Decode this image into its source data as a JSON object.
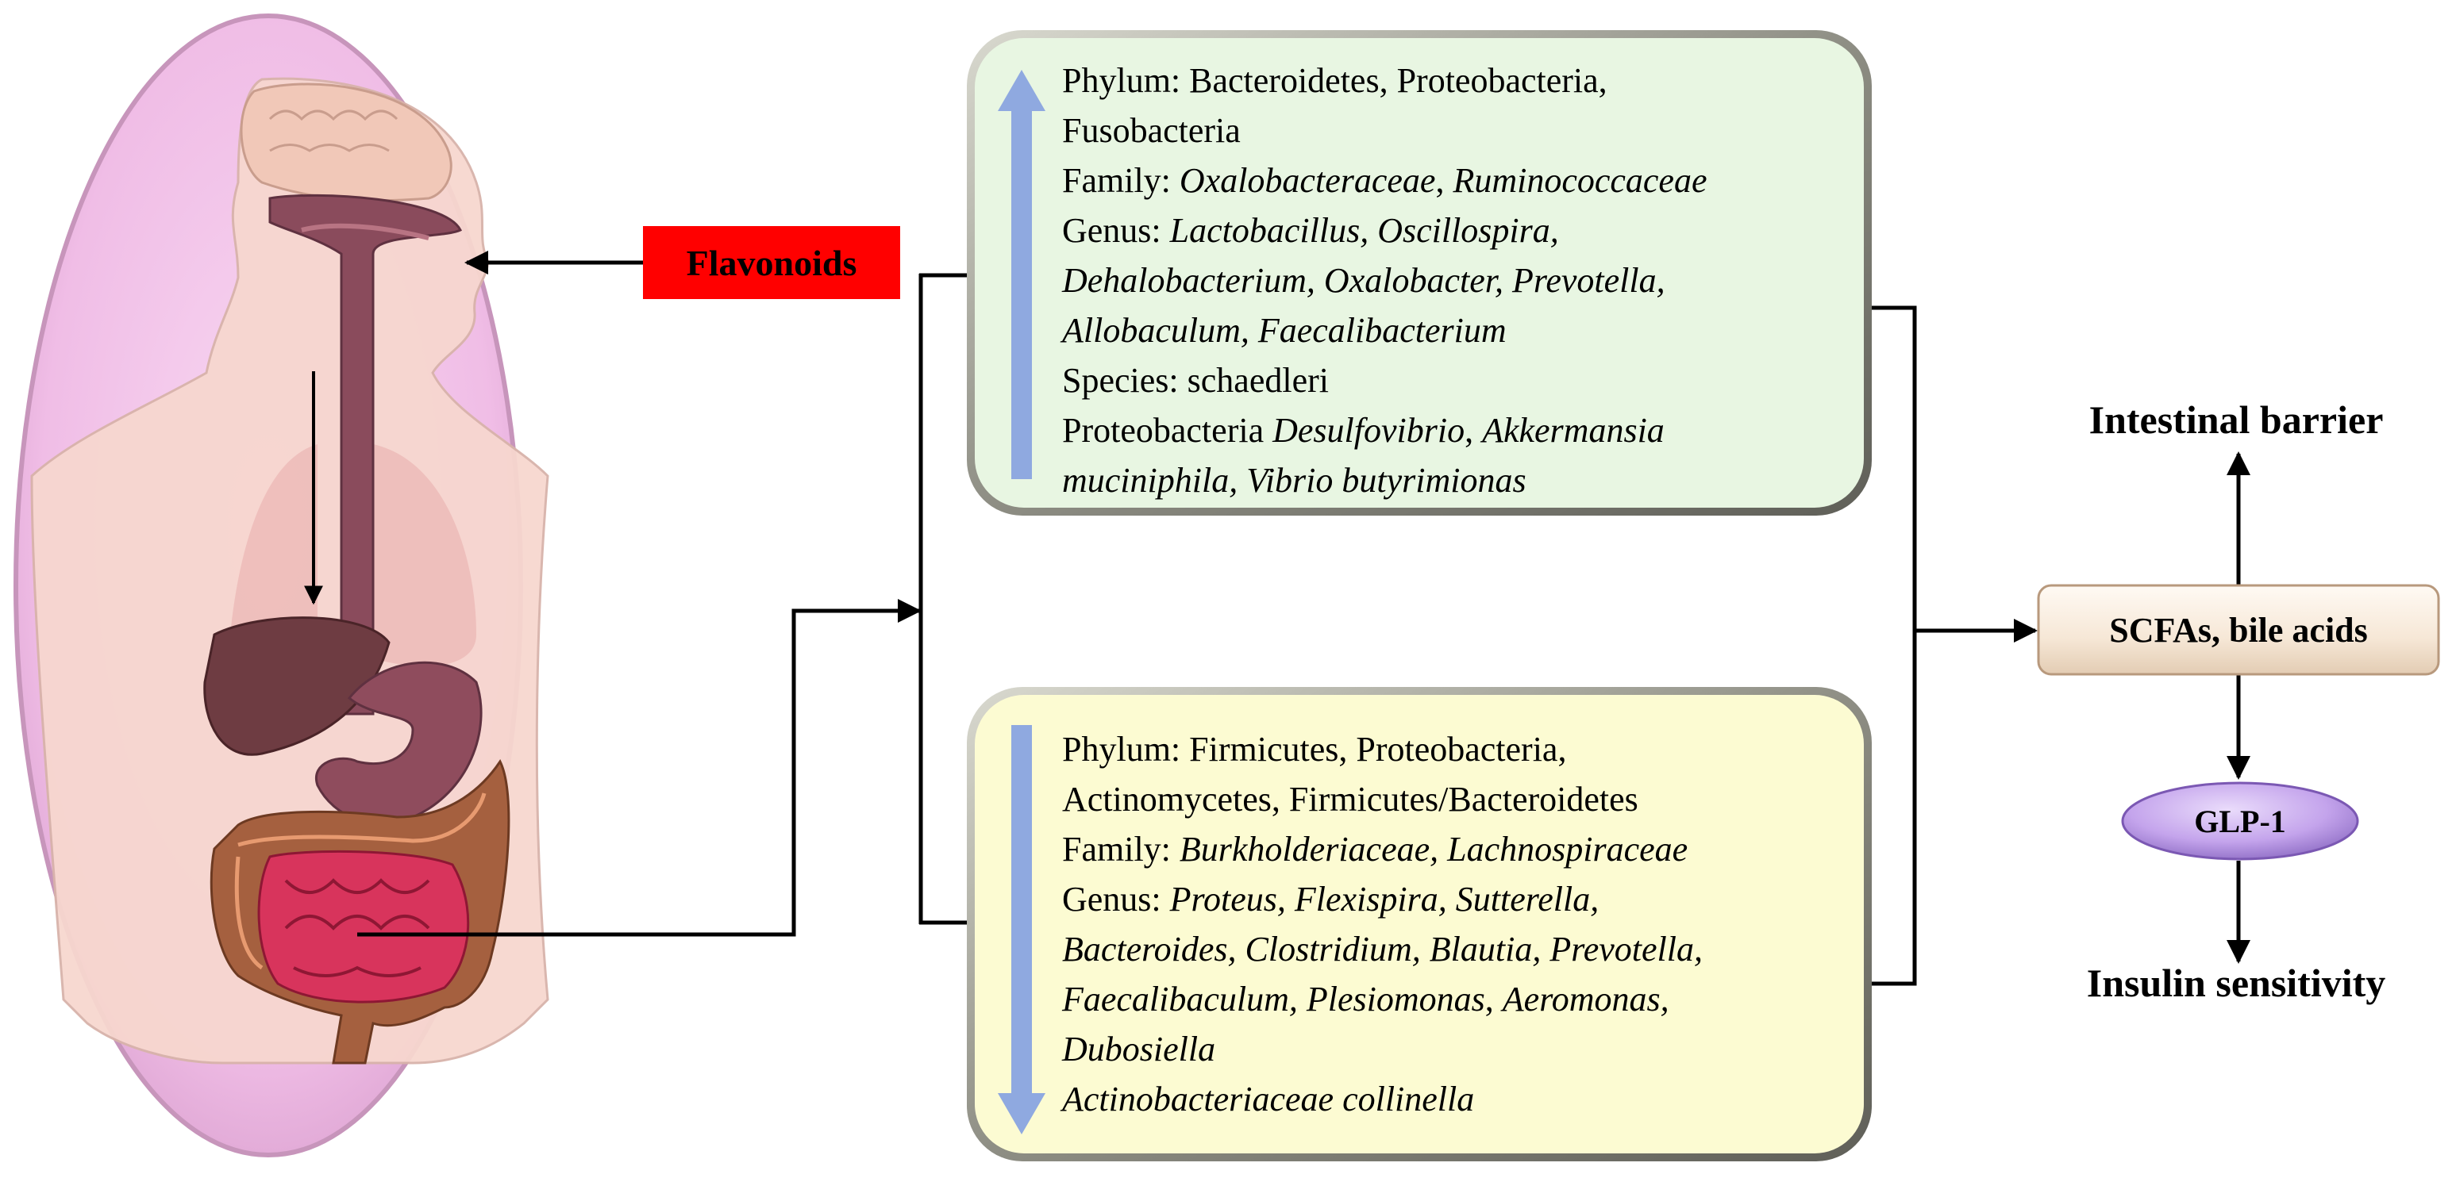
{
  "flavonoids_label": "Flavonoids",
  "increased": {
    "lines": [
      [
        {
          "t": "Phylum: Bacteroidetes, Proteobacteria,"
        }
      ],
      [
        {
          "t": "Fusobacteria"
        }
      ],
      [
        {
          "t": "Family: "
        },
        {
          "t": "Oxalobacteraceae",
          "i": true
        },
        {
          "t": ", "
        },
        {
          "t": "Ruminococcaceae",
          "i": true
        }
      ],
      [
        {
          "t": "Genus: "
        },
        {
          "t": "Lactobacillus, Oscillospira,",
          "i": true
        }
      ],
      [
        {
          "t": "Dehalobacterium, Oxalobacter, Prevotella,",
          "i": true
        }
      ],
      [
        {
          "t": "Allobaculum, Faecalibacterium",
          "i": true
        }
      ],
      [
        {
          "t": "Species: schaedleri"
        }
      ],
      [
        {
          "t": "Proteobacteria "
        },
        {
          "t": "Desulfovibrio",
          "i": true
        },
        {
          "t": ", "
        },
        {
          "t": "Akkermansia",
          "i": true
        }
      ],
      [
        {
          "t": "muciniphila, Vibrio butyrimionas",
          "i": true
        }
      ]
    ]
  },
  "decreased": {
    "lines": [
      [
        {
          "t": "Phylum: Firmicutes, Proteobacteria,"
        }
      ],
      [
        {
          "t": "Actinomycetes, Firmicutes/Bacteroidetes"
        }
      ],
      [
        {
          "t": "Family: "
        },
        {
          "t": "Burkholderiaceae, Lachnospiraceae",
          "i": true
        }
      ],
      [
        {
          "t": "Genus: "
        },
        {
          "t": "Proteus, Flexispira, Sutterella,",
          "i": true
        }
      ],
      [
        {
          "t": "Bacteroides, Clostridium, Blautia, Prevotella,",
          "i": true
        }
      ],
      [
        {
          "t": "Faecalibaculum, Plesiomonas",
          "i": true
        },
        {
          "t": ", "
        },
        {
          "t": "Aeromonas,",
          "i": true
        }
      ],
      [
        {
          "t": "Dubosiella",
          "i": true
        }
      ],
      [
        {
          "t": "Actinobacteriaceae collinella",
          "i": true
        }
      ]
    ]
  },
  "scfa_label": "SCFAs, bile acids",
  "glp_label": "GLP-1",
  "barrier_label": "Intestinal barrier",
  "insulin_label": "Insulin sensitivity",
  "colors": {
    "oval_fill": "#f4c8ec",
    "oval_rim": "#bf8db3",
    "up_box_fill": "#e8f6e2",
    "down_box_fill": "#fcfbd2",
    "box_frame": "#8a8a80",
    "blue_arrow": "#8fa9e0",
    "flavonoids_bg": "#ff0000",
    "glp_fill": "#c7a9ec",
    "gut_purple": "#7a4553",
    "intestine_brown": "#a25a3c",
    "small_intestine": "#d8345c"
  }
}
